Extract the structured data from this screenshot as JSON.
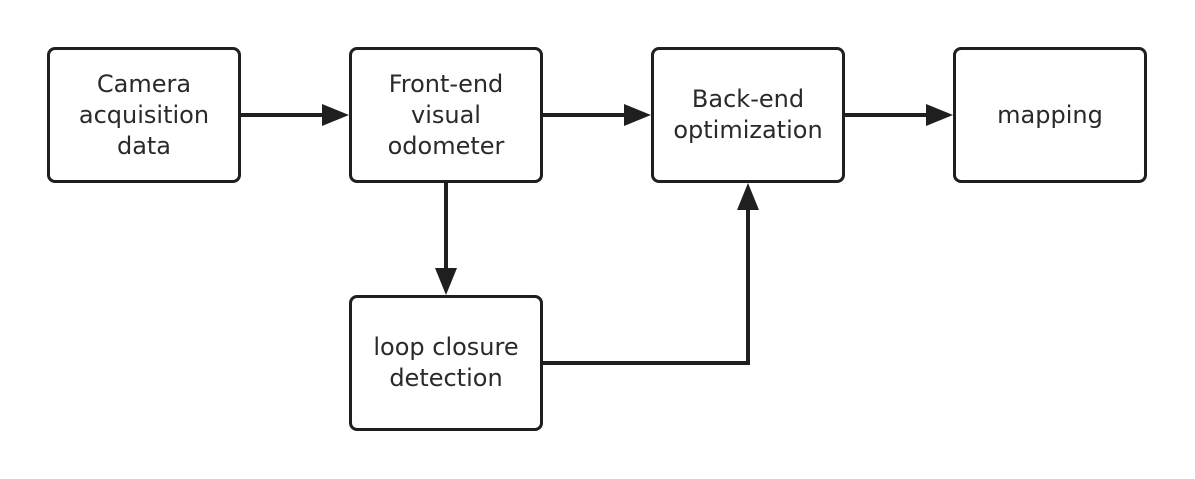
{
  "diagram": {
    "nodes": [
      {
        "id": "camera",
        "label": "Camera\nacquisition\ndata"
      },
      {
        "id": "frontend",
        "label": "Front-end\nvisual\nodometer"
      },
      {
        "id": "backend",
        "label": "Back-end\noptimization"
      },
      {
        "id": "mapping",
        "label": "mapping"
      },
      {
        "id": "loop",
        "label": "loop closure\ndetection"
      }
    ],
    "edges": [
      {
        "from": "camera",
        "to": "frontend"
      },
      {
        "from": "frontend",
        "to": "backend"
      },
      {
        "from": "backend",
        "to": "mapping"
      },
      {
        "from": "frontend",
        "to": "loop"
      },
      {
        "from": "loop",
        "to": "backend"
      }
    ],
    "colors": {
      "stroke": "#1f1f1f",
      "text": "#2a2a2a",
      "background": "#ffffff"
    }
  }
}
